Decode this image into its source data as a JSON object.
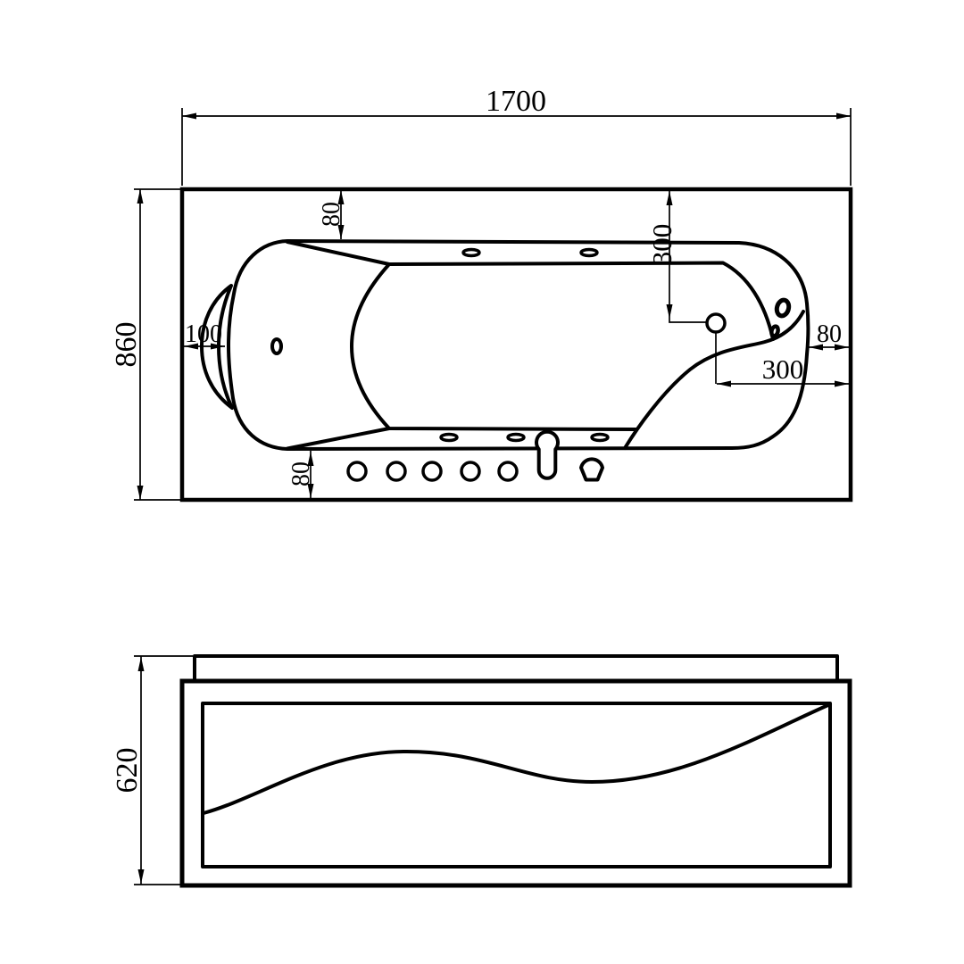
{
  "colors": {
    "ink": "#000000",
    "paper": "#ffffff"
  },
  "drawing_type": "bathtub two-view technical drawing",
  "top_view": {
    "length": "1700",
    "width": "860",
    "rim_top": "80",
    "faucet_from_top": "300",
    "headrest": "100",
    "rim_right": "80",
    "faucet_from_right": "300",
    "rim_bottom": "80"
  },
  "front_view": {
    "height": "620"
  }
}
